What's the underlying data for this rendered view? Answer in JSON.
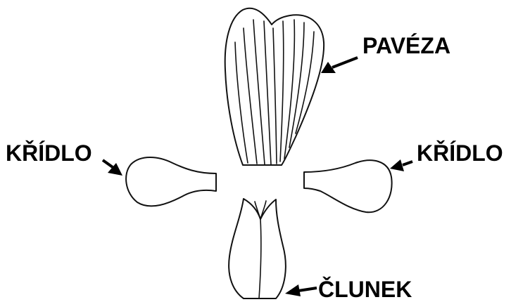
{
  "labels": {
    "standard": "PAVÉZA",
    "wing_left": "KŘÍDLO",
    "wing_right": "KŘÍDLO",
    "keel": "ČLUNEK"
  },
  "colors": {
    "outline": "#111111",
    "text": "#000000",
    "background": "#ffffff"
  }
}
